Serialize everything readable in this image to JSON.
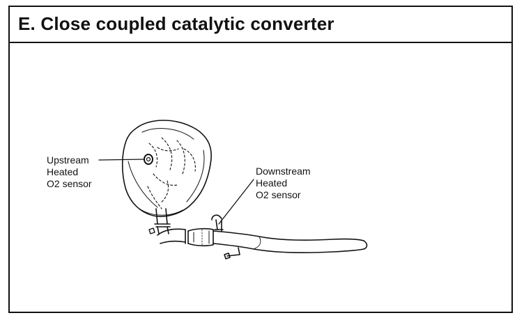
{
  "title": "E. Close coupled catalytic converter",
  "labels": {
    "upstream": [
      "Upstream",
      "Heated",
      "O2 sensor"
    ],
    "downstream": [
      "Downstream",
      "Heated",
      "O2 sensor"
    ]
  },
  "colors": {
    "ink": "#111111",
    "background": "#ffffff"
  }
}
